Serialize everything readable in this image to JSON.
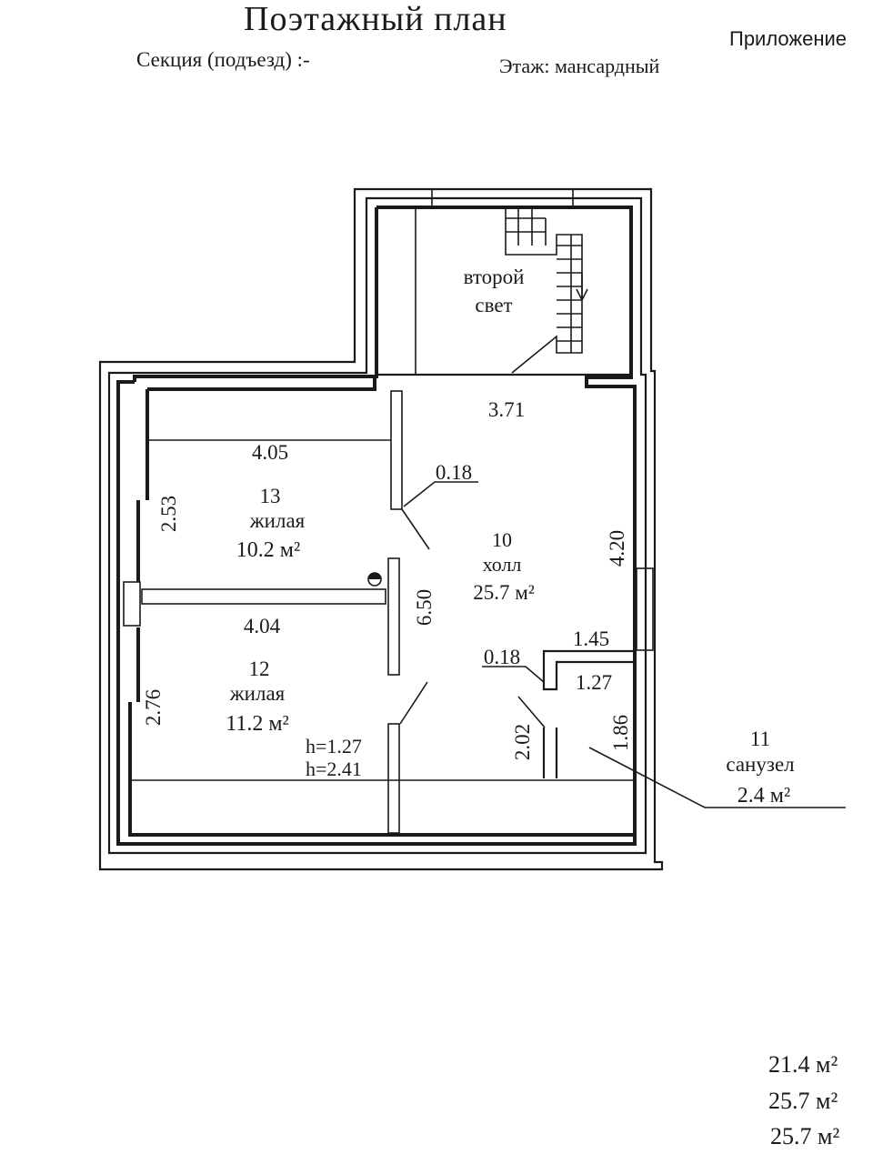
{
  "header": {
    "title": "Поэтажный план",
    "appendix": "Приложение",
    "section": "Секция (подъезд) :-",
    "floor": "Этаж: мансардный"
  },
  "rooms": {
    "light_well": {
      "line1": "второй",
      "line2": "свет"
    },
    "hall": {
      "number": "10",
      "name": "холл",
      "area": "25.7 м²"
    },
    "room13": {
      "number": "13",
      "name": "жилая",
      "area": "10.2 м²"
    },
    "room12": {
      "number": "12",
      "name": "жилая",
      "area": "11.2 м²"
    },
    "bathroom": {
      "number": "11",
      "name": "санузел",
      "area": "2.4 м²"
    }
  },
  "dimensions": {
    "hall_top": "3.71",
    "room13_width": "4.05",
    "room13_height": "2.53",
    "door_top": "0.18",
    "door_bottom": "0.18",
    "hall_right": "4.20",
    "hall_length": "6.50",
    "room12_width": "4.04",
    "room12_height": "2.76",
    "bath_outer_width": "1.45",
    "bath_inner_width": "1.27",
    "bath_left_height": "2.02",
    "bath_right_height": "1.86",
    "slope_h1": "h=1.27",
    "slope_h2": "h=2.41"
  },
  "totals": [
    "21.4 м²",
    "25.7 м²",
    "25.7 м²"
  ]
}
